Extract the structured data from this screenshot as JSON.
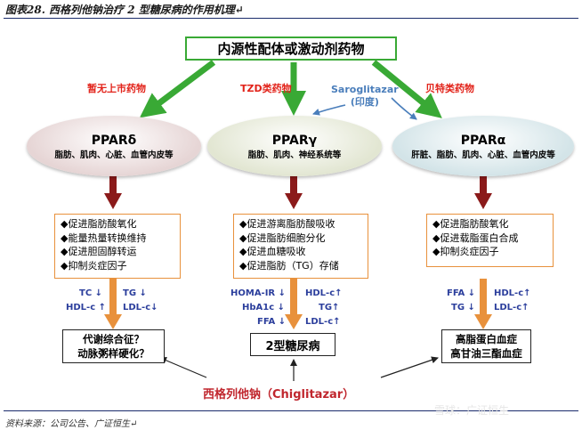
{
  "figure_title": "图表28.  西格列他钠治疗 2 型糖尿病的作用机理↵",
  "top_box": "内源性配体或激动剂药物",
  "categories": {
    "left": "暂无上市药物",
    "middle": "TZD类药物",
    "right": "贝特类药物"
  },
  "saroglitazar": {
    "name": "Saroglitazar",
    "region": "(印度)"
  },
  "receptors": [
    {
      "name": "PPARδ",
      "tissues": "脂肪、肌肉、心脏、血管内皮等",
      "color": "#e6d5d5"
    },
    {
      "name": "PPARγ",
      "tissues": "脂肪、肌肉、神经系统等",
      "color": "#e2e6d2"
    },
    {
      "name": "PPARα",
      "tissues": "肝脏、脂肪、肌肉、心脏、血管内皮等",
      "color": "#d3e4e8"
    }
  ],
  "effects": {
    "left": [
      "◆促进脂肪酸氧化",
      "◆能量热量转换维持",
      "◆促进胆固醇转运",
      "◆抑制炎症因子"
    ],
    "middle": [
      "◆促进游离脂肪酸吸收",
      "◆促进脂肪细胞分化",
      "◆促进血糖吸收",
      "◆促进脂肪（TG）存储"
    ],
    "right": [
      "◆促进脂肪酸氧化",
      "◆促进载脂蛋白合成",
      "◆抑制炎症因子"
    ]
  },
  "markers": {
    "left": {
      "l1": "TC ↓",
      "l2": "HDL-c ↑",
      "r1": "TG ↓",
      "r2": "LDL-c↓"
    },
    "middle": {
      "l1": "HOMA-IR ↓",
      "l2": "HbA1c ↓",
      "l3": "FFA ↓",
      "r1": "HDL-c↑",
      "r2": "TG↑",
      "r3": "LDL-c↑"
    },
    "right": {
      "l1": "FFA ↓",
      "l2": "TG ↓",
      "r1": "HDL-c↑",
      "r2": "LDL-c↑"
    }
  },
  "outcomes": {
    "left": [
      "代谢综合征？",
      "动脉粥样硬化？"
    ],
    "middle": [
      "2型糖尿病"
    ],
    "right": [
      "高脂蛋白血症",
      "高甘油三酯血症"
    ]
  },
  "chiglitazar": "西格列他钠（Chiglitazar）",
  "source": "资料来源：公司公告、广证恒生↵",
  "watermark": "雪球：广证恒生",
  "colors": {
    "green": "#39a935",
    "red_arrow": "#8b1a1a",
    "orange_arrow": "#e8913c",
    "blue": "#2b3e9c",
    "red_text": "#e2231a"
  }
}
